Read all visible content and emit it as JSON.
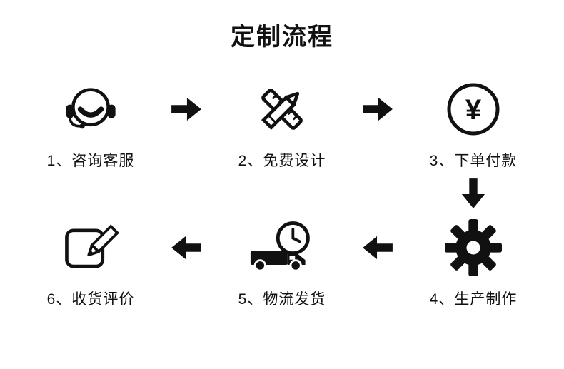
{
  "title": "定制流程",
  "yen_symbol": "¥",
  "steps": [
    {
      "label": "1、咨询客服",
      "icon": "headset-icon"
    },
    {
      "label": "2、免费设计",
      "icon": "pencil-ruler-icon"
    },
    {
      "label": "3、下单付款",
      "icon": "yen-circle-icon"
    },
    {
      "label": "4、生产制作",
      "icon": "gear-icon"
    },
    {
      "label": "5、物流发货",
      "icon": "truck-clock-icon"
    },
    {
      "label": "6、收货评价",
      "icon": "note-pencil-icon"
    }
  ],
  "arrows": [
    "right",
    "right",
    "down",
    "left",
    "left"
  ],
  "colors": {
    "ink": "#111111",
    "background": "#ffffff"
  }
}
